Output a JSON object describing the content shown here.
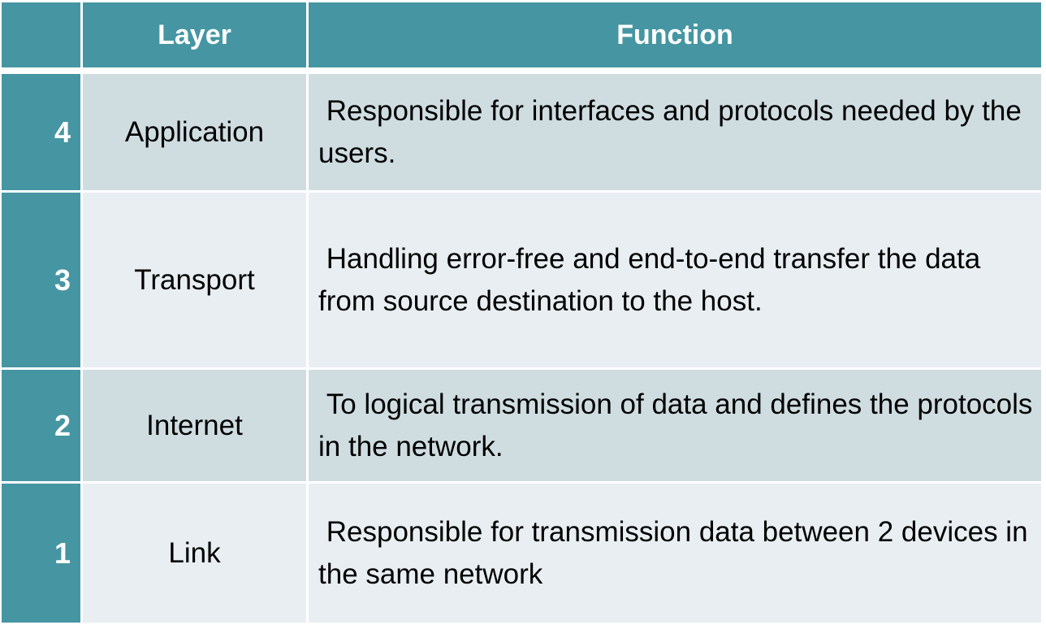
{
  "table": {
    "headers": {
      "number": "",
      "layer": "Layer",
      "function": "Function"
    },
    "rows": [
      {
        "number": "4",
        "layer": "Application",
        "function": " Responsible for interfaces and protocols needed by the users."
      },
      {
        "number": "3",
        "layer": "Transport",
        "function": " Handling error-free and end-to-end transfer the data from source destination to the host."
      },
      {
        "number": "2",
        "layer": "Internet",
        "function": " To logical transmission of data and defines the protocols in the network."
      },
      {
        "number": "1",
        "layer": "Link",
        "function": " Responsible for transmission data between 2 devices in the same network"
      }
    ]
  },
  "colors": {
    "header": "#4596a2",
    "row_dark": "#cfdde1",
    "row_light": "#e8eef1"
  }
}
